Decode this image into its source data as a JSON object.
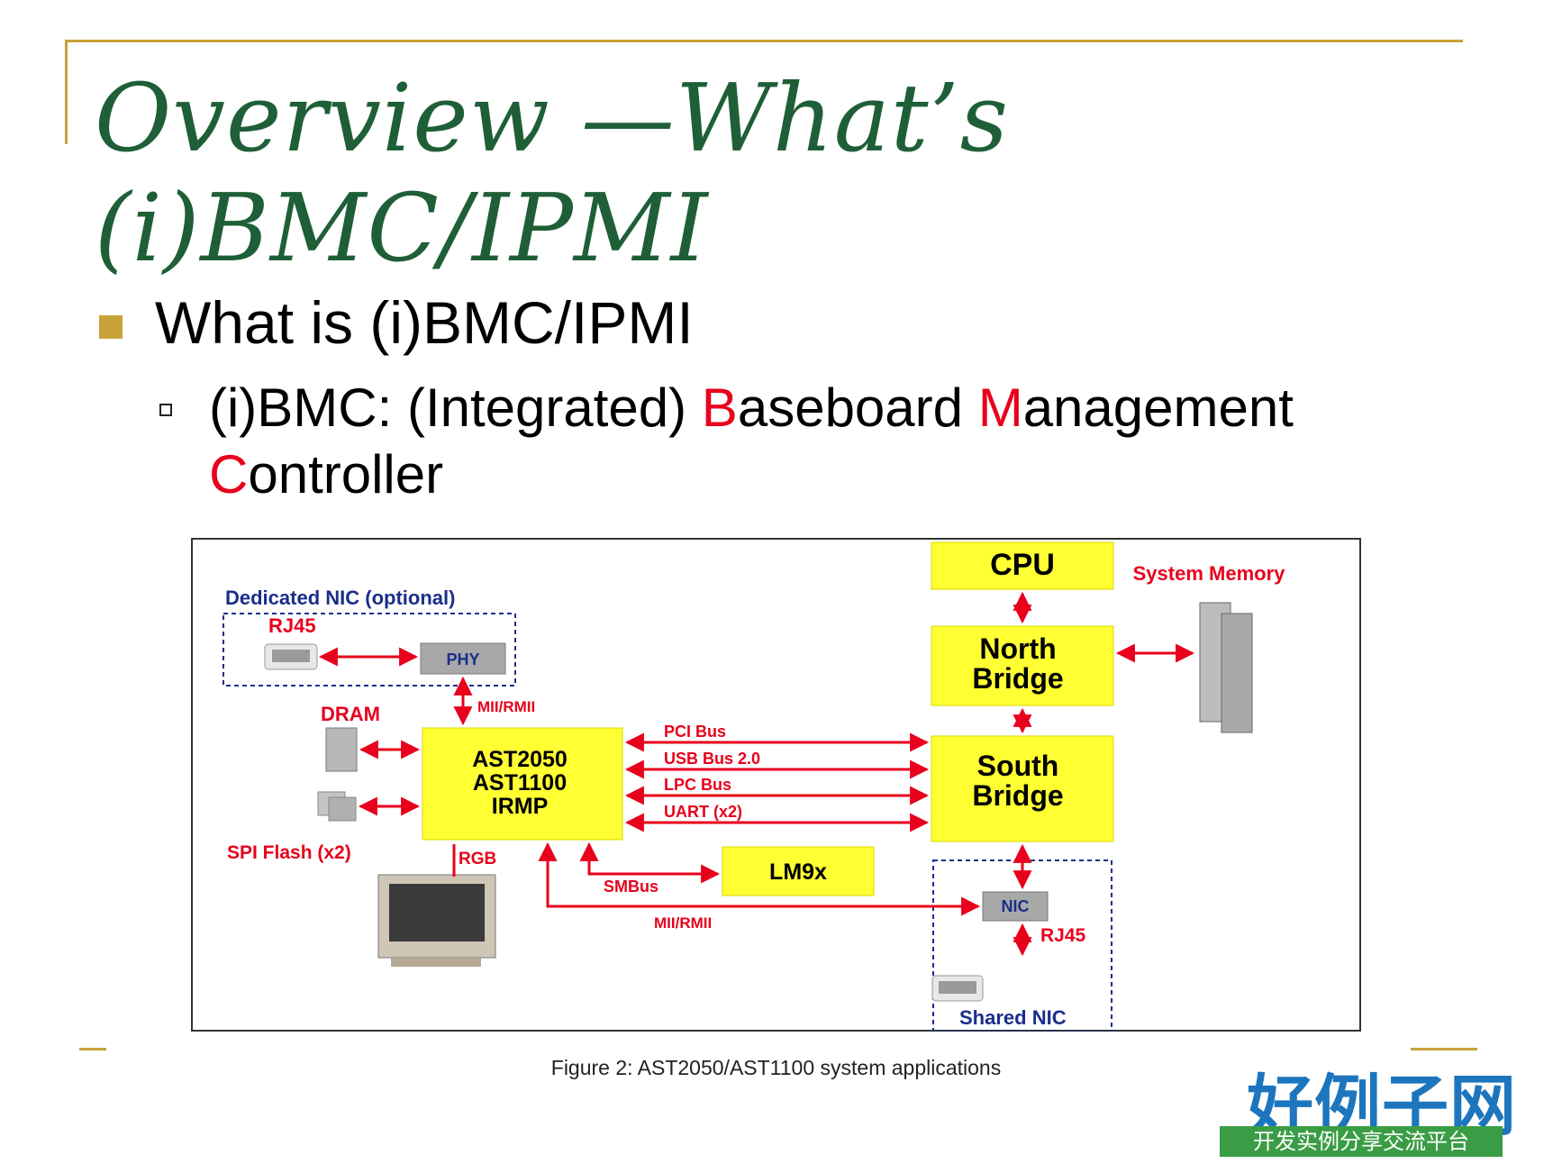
{
  "colors": {
    "title": "#1f5f37",
    "accent_rule": "#c9a13b",
    "highlight": "#e8001c",
    "chip": "#ffff33",
    "arrow": "#e8001c",
    "label_blue": "#1a2f8a",
    "brand_blue": "#1d76bd",
    "brand_green": "#3a9d45"
  },
  "slide": {
    "title_line1": "Overview —What’s",
    "title_line2": "(i)BMC/IPMI",
    "bullet1": "What is (i)BMC/IPMI",
    "bullet2": {
      "prefix": "(i)BMC: (Integrated) ",
      "b_letter": "B",
      "b_rest": "aseboard ",
      "m_letter": "M",
      "m_rest": "anagement",
      "c_letter": "C",
      "c_rest": "ontroller"
    }
  },
  "diagram": {
    "cpu": "CPU",
    "system_memory": "System Memory",
    "north_bridge_line1": "North",
    "north_bridge_line2": "Bridge",
    "south_bridge_line1": "South",
    "south_bridge_line2": "Bridge",
    "dedicated_nic": "Dedicated NIC (optional)",
    "rj45_top": "RJ45",
    "phy": "PHY",
    "mii_rmii_top": "MII/RMII",
    "dram": "DRAM",
    "chip_line1": "AST2050",
    "chip_line2": "AST1100",
    "chip_line3": "IRMP",
    "pci_bus": "PCI Bus",
    "usb_bus": "USB Bus 2.0",
    "lpc_bus": "LPC Bus",
    "uart": "UART (x2)",
    "spi_flash": "SPI Flash (x2)",
    "rgb": "RGB",
    "lm9x": "LM9x",
    "smbus": "SMBus",
    "mii_rmii_bottom": "MII/RMII",
    "nic": "NIC",
    "rj45_bottom": "RJ45",
    "shared_nic": "Shared NIC"
  },
  "caption": "Figure 2: AST2050/AST1100 system applications",
  "watermark": {
    "brand": "好例子网",
    "tagline": "开发实例分享交流平台"
  }
}
